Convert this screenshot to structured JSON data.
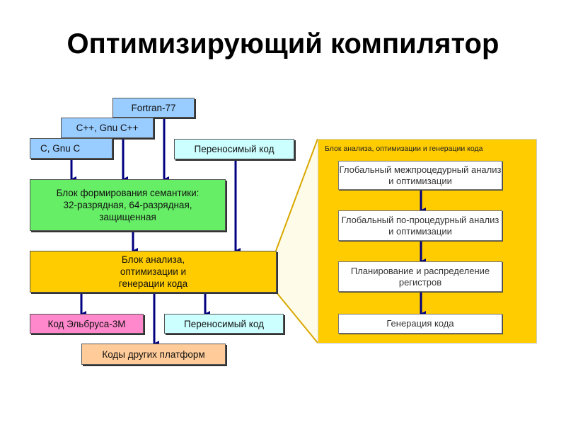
{
  "title": "Оптимизирующий компилятор",
  "inputs": {
    "fortran": "Fortran-77",
    "cpp": "C++, Gnu C++",
    "c": "C, Gnu C",
    "portable_in": "Переносимый код"
  },
  "semantics_block": "Блок формирования семантики: 32-разрядная, 64-разрядная, защищенная",
  "analysis_block": "Блок анализа, оптимизации и генерации кода",
  "outputs": {
    "elbrus": "Код Эльбруса-3М",
    "portable_out": "Переносимый код",
    "other": "Коды других платформ"
  },
  "detail_panel": {
    "label": "Блок анализа, оптимизации и генерации кода",
    "steps": [
      "Глобальный межпроцедурный анализ и оптимизации",
      "Глобальный по-процедурный анализ и оптимизации",
      "Планирование и распределение регистров",
      "Генерация кода"
    ]
  },
  "colors": {
    "input_blue": "#99ccff",
    "portable_cyan": "#ccffff",
    "semantics_green": "#66ee66",
    "analysis_orange": "#ffcc00",
    "elbrus_pink": "#ff88cc",
    "other_peach": "#ffcc99",
    "arrow": "#000080"
  }
}
